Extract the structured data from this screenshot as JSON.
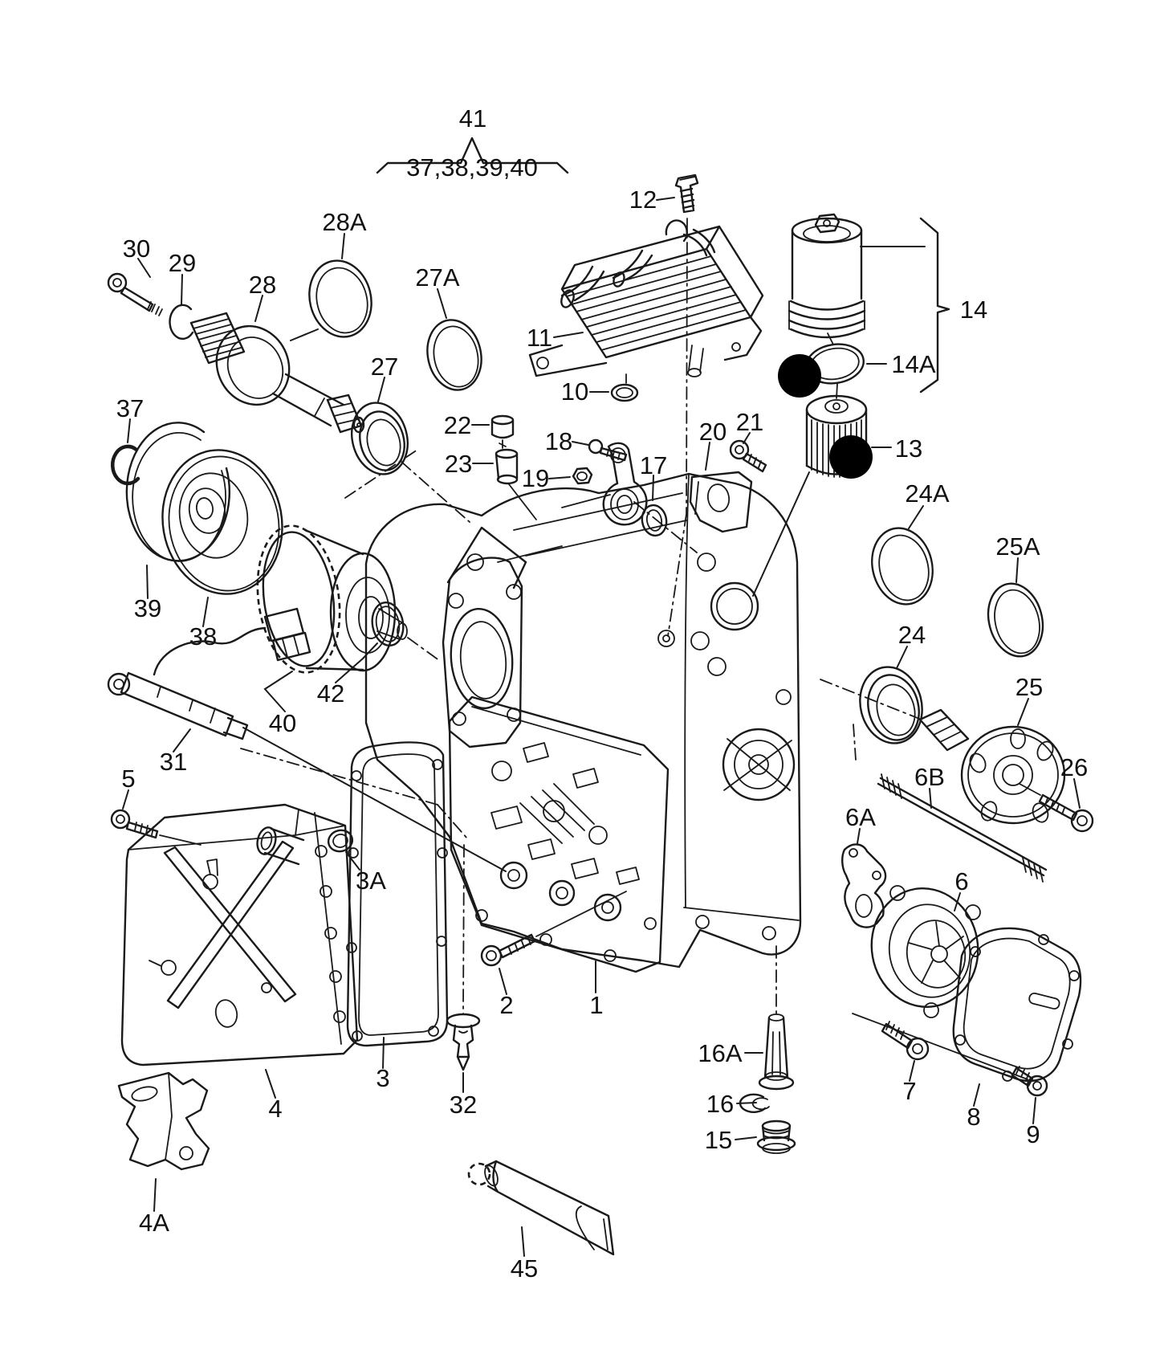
{
  "figure": {
    "type": "exploded-parts-diagram",
    "subject": "automatic gearbox / transmission with oil cooler, oil filter, oil pan and valve body",
    "background_color": "#ffffff",
    "line_color": "#1a1a1a",
    "redaction_dots": {
      "count": 2,
      "color": "#000000"
    },
    "group_callout": {
      "main": "41",
      "grouped_items": "37,38,39,40"
    }
  },
  "labels": {
    "n41": "41",
    "sub41": "37,38,39,40",
    "p1": "1",
    "p2": "2",
    "p3": "3",
    "p3A": "3A",
    "p4": "4",
    "p4A": "4A",
    "p5": "5",
    "p6": "6",
    "p6A": "6A",
    "p6B": "6B",
    "p7": "7",
    "p8": "8",
    "p9": "9",
    "p10": "10",
    "p11": "11",
    "p12": "12",
    "p13": "13",
    "p14": "14",
    "p14A": "14A",
    "p15": "15",
    "p16": "16",
    "p16A": "16A",
    "p17": "17",
    "p18": "18",
    "p19": "19",
    "p20": "20",
    "p21": "21",
    "p22": "22",
    "p23": "23",
    "p24": "24",
    "p24A": "24A",
    "p25": "25",
    "p25A": "25A",
    "p26": "26",
    "p27": "27",
    "p27A": "27A",
    "p28": "28",
    "p28A": "28A",
    "p29": "29",
    "p30": "30",
    "p31": "31",
    "p32": "32",
    "p37": "37",
    "p38": "38",
    "p39": "39",
    "p40": "40",
    "p42": "42",
    "p45": "45"
  }
}
